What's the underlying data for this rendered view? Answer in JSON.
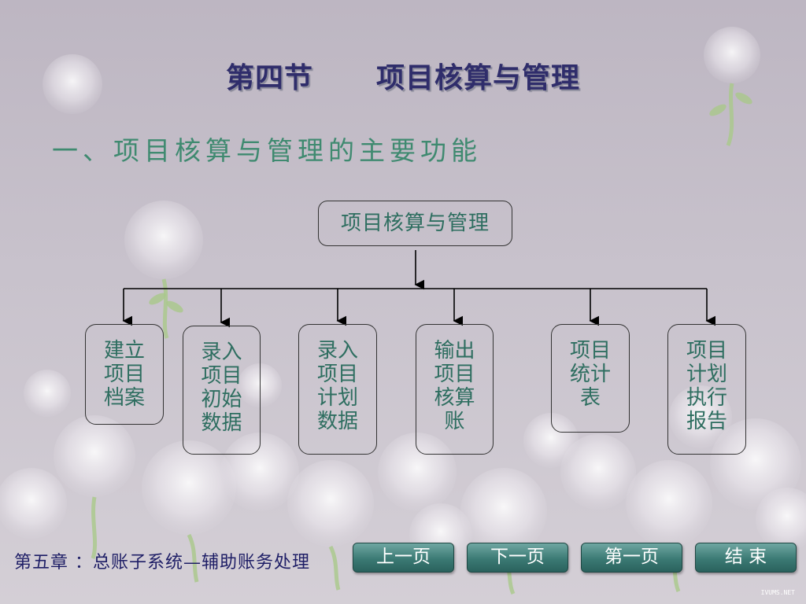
{
  "slide": {
    "title_part1": "第四节",
    "title_part2": "项目核算与管理",
    "subtitle": "一、项目核算与管理的主要功能"
  },
  "diagram": {
    "root": "项目核算与管理",
    "children": [
      {
        "label": "建立\n项目\n档案"
      },
      {
        "label": "录入\n项目\n初始\n数据"
      },
      {
        "label": "录入\n项目\n计划\n数据"
      },
      {
        "label": "输出\n项目\n核算\n账"
      },
      {
        "label": "项目\n统计\n表"
      },
      {
        "label": "项目\n计划\n执行\n报告"
      }
    ]
  },
  "footer": {
    "chapter": "第五章 ：总账子系统—辅助账务处理",
    "buttons": {
      "prev": "上一页",
      "next": "下一页",
      "first": "第一页",
      "end": "结 束"
    },
    "watermark": "IVUMS.NET"
  },
  "colors": {
    "title": "#2f2d6b",
    "subtitle": "#3f8a70",
    "node_text": "#2e6e60",
    "button": "#3b7a74"
  }
}
